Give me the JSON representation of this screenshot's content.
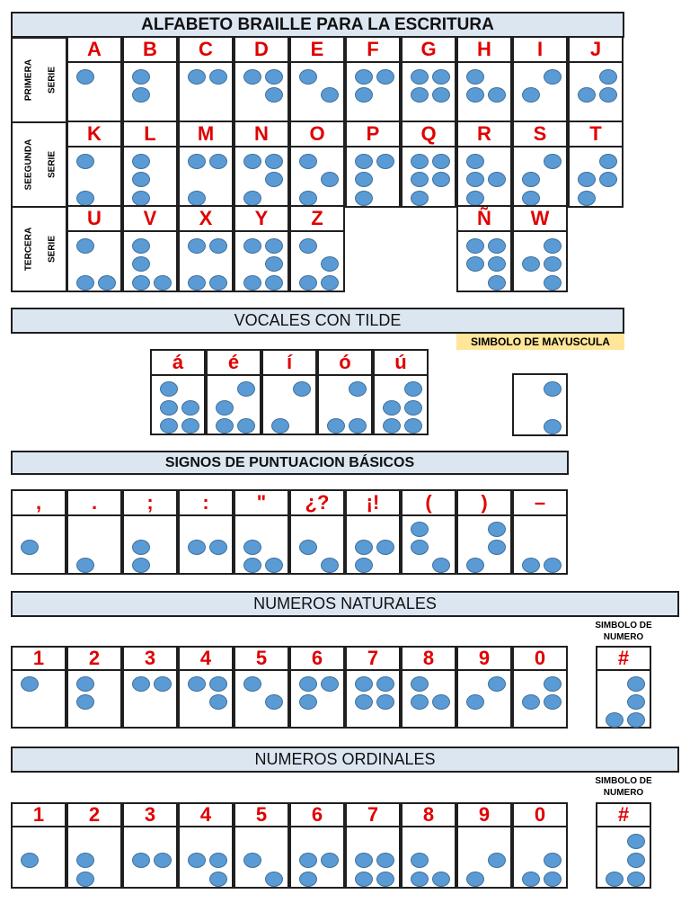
{
  "titles": {
    "alphabet": "ALFABETO BRAILLE PARA LA ESCRITURA",
    "vowels": "VOCALES CON TILDE",
    "punctuation": "SIGNOS DE PUNTUACION BÁSICOS",
    "naturals": "NUMEROS NATURALES",
    "ordinals": "NUMEROS ORDINALES"
  },
  "labels": {
    "capital_symbol": "SIMBOLO DE MAYUSCULA",
    "number_symbol_top": "SIMBOLO DE",
    "number_symbol_bottom": "NUMERO",
    "number_symbol_2_top": "SIMBOLO DE",
    "number_symbol_2_bottom": "NUMERO"
  },
  "series_labels": [
    [
      "PRIMERA",
      "SERIE"
    ],
    [
      "SEEGUNDA",
      "SERIE"
    ],
    [
      "TERCERA",
      "SERIE"
    ]
  ],
  "colors": {
    "dot_fill": "#5b9bd5",
    "dot_stroke": "#41719c",
    "header_text": "#e00000",
    "banner_fill": "#dce6f1",
    "tag_fill": "#ffe699"
  },
  "alphabet_rows": [
    [
      {
        "char": "A",
        "dots": [
          1
        ]
      },
      {
        "char": "B",
        "dots": [
          1,
          2
        ]
      },
      {
        "char": "C",
        "dots": [
          1,
          4
        ]
      },
      {
        "char": "D",
        "dots": [
          1,
          4,
          5
        ]
      },
      {
        "char": "E",
        "dots": [
          1,
          5
        ]
      },
      {
        "char": "F",
        "dots": [
          1,
          2,
          4
        ]
      },
      {
        "char": "G",
        "dots": [
          1,
          2,
          4,
          5
        ]
      },
      {
        "char": "H",
        "dots": [
          1,
          2,
          5
        ]
      },
      {
        "char": "I",
        "dots": [
          2,
          4
        ]
      },
      {
        "char": "J",
        "dots": [
          2,
          4,
          5
        ]
      }
    ],
    [
      {
        "char": "K",
        "dots": [
          1,
          3
        ]
      },
      {
        "char": "L",
        "dots": [
          1,
          2,
          3
        ]
      },
      {
        "char": "M",
        "dots": [
          1,
          3,
          4
        ]
      },
      {
        "char": "N",
        "dots": [
          1,
          3,
          4,
          5
        ]
      },
      {
        "char": "O",
        "dots": [
          1,
          3,
          5
        ]
      },
      {
        "char": "P",
        "dots": [
          1,
          2,
          3,
          4
        ]
      },
      {
        "char": "Q",
        "dots": [
          1,
          2,
          3,
          4,
          5
        ]
      },
      {
        "char": "R",
        "dots": [
          1,
          2,
          3,
          5
        ]
      },
      {
        "char": "S",
        "dots": [
          2,
          3,
          4
        ]
      },
      {
        "char": "T",
        "dots": [
          2,
          3,
          4,
          5
        ]
      }
    ],
    [
      {
        "char": "U",
        "dots": [
          1,
          3,
          6
        ]
      },
      {
        "char": "V",
        "dots": [
          1,
          2,
          3,
          6
        ]
      },
      {
        "char": "X",
        "dots": [
          1,
          3,
          4,
          6
        ]
      },
      {
        "char": "Y",
        "dots": [
          1,
          3,
          4,
          5,
          6
        ]
      },
      {
        "char": "Z",
        "dots": [
          1,
          3,
          5,
          6
        ]
      },
      {
        "char": "Ñ",
        "dots": [
          1,
          2,
          4,
          5,
          6
        ],
        "slot": 7
      },
      {
        "char": "W",
        "dots": [
          2,
          4,
          5,
          6
        ],
        "slot": 8
      }
    ]
  ],
  "vowels": [
    {
      "char": "á",
      "dots": [
        1,
        2,
        3,
        5,
        6
      ]
    },
    {
      "char": "é",
      "dots": [
        2,
        3,
        4,
        6
      ]
    },
    {
      "char": "í",
      "dots": [
        3,
        4
      ]
    },
    {
      "char": "ó",
      "dots": [
        3,
        4,
        6
      ]
    },
    {
      "char": "ú",
      "dots": [
        2,
        3,
        4,
        5,
        6
      ]
    }
  ],
  "capital_symbol_dots": [
    4,
    6
  ],
  "punctuation": [
    {
      "char": ",",
      "dots": [
        2
      ]
    },
    {
      "char": ".",
      "dots": [
        3
      ]
    },
    {
      "char": ";",
      "dots": [
        2,
        3
      ]
    },
    {
      "char": ":",
      "dots": [
        2,
        5
      ]
    },
    {
      "char": "\"",
      "dots": [
        2,
        3,
        6
      ]
    },
    {
      "char": "¿?",
      "dots": [
        2,
        6
      ]
    },
    {
      "char": "¡!",
      "dots": [
        2,
        3,
        5
      ]
    },
    {
      "char": "(",
      "dots": [
        1,
        2,
        6
      ]
    },
    {
      "char": ")",
      "dots": [
        3,
        4,
        5
      ]
    },
    {
      "char": "–",
      "dots": [
        3,
        6
      ]
    }
  ],
  "naturals": [
    {
      "char": "1",
      "dots": [
        1
      ]
    },
    {
      "char": "2",
      "dots": [
        1,
        2
      ]
    },
    {
      "char": "3",
      "dots": [
        1,
        4
      ]
    },
    {
      "char": "4",
      "dots": [
        1,
        4,
        5
      ]
    },
    {
      "char": "5",
      "dots": [
        1,
        5
      ]
    },
    {
      "char": "6",
      "dots": [
        1,
        2,
        4
      ]
    },
    {
      "char": "7",
      "dots": [
        1,
        2,
        4,
        5
      ]
    },
    {
      "char": "8",
      "dots": [
        1,
        2,
        5
      ]
    },
    {
      "char": "9",
      "dots": [
        2,
        4
      ]
    },
    {
      "char": "0",
      "dots": [
        2,
        4,
        5
      ]
    }
  ],
  "natural_number_symbol": {
    "char": "#",
    "dots": [
      3,
      4,
      5,
      6
    ]
  },
  "ordinals": [
    {
      "char": "1",
      "dots": [
        2
      ]
    },
    {
      "char": "2",
      "dots": [
        2,
        3
      ]
    },
    {
      "char": "3",
      "dots": [
        2,
        5
      ]
    },
    {
      "char": "4",
      "dots": [
        2,
        5,
        6
      ]
    },
    {
      "char": "5",
      "dots": [
        2,
        6
      ]
    },
    {
      "char": "6",
      "dots": [
        2,
        3,
        5
      ]
    },
    {
      "char": "7",
      "dots": [
        2,
        3,
        5,
        6
      ]
    },
    {
      "char": "8",
      "dots": [
        2,
        3,
        6
      ]
    },
    {
      "char": "9",
      "dots": [
        3,
        5
      ]
    },
    {
      "char": "0",
      "dots": [
        3,
        5,
        6
      ]
    }
  ],
  "ordinal_number_symbol": {
    "char": "#",
    "dots": [
      3,
      4,
      5,
      6
    ]
  }
}
